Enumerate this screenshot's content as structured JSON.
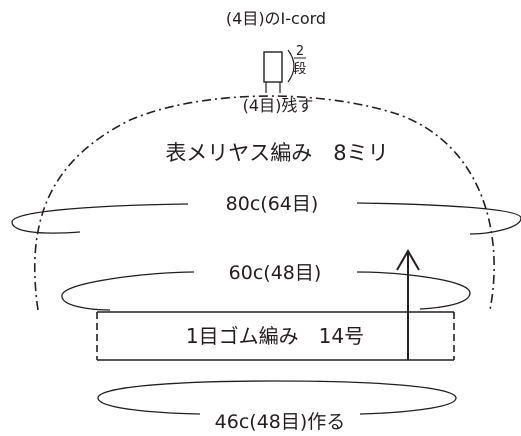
{
  "labels": {
    "icord_count": "(4目)のI-cord",
    "rows_number": "2",
    "rows_unit": "段",
    "remaining": "(4目)残す",
    "body_pattern": "表メリヤス編み　8ミリ",
    "circ_80": "80c(64目)",
    "circ_60": "60c(48目)",
    "rib_band": "1目ゴム編み　14号",
    "cast_on": "46c(48目)作る"
  },
  "colors": {
    "ink": "#231f20",
    "background": "#ffffff"
  }
}
